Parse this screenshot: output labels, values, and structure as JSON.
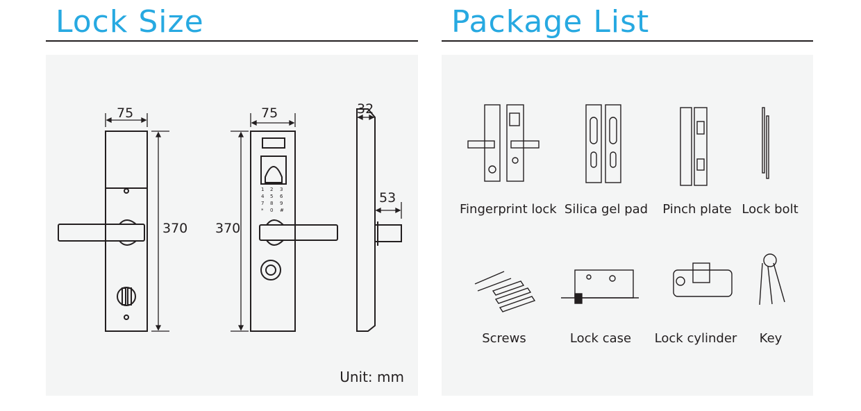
{
  "lock_size": {
    "title": "Lock Size",
    "dims": {
      "width_left": "75",
      "height_left": "370",
      "width_mid": "75",
      "height_mid": "370",
      "depth": "32",
      "projection": "53"
    },
    "unit": "Unit: mm"
  },
  "package_list": {
    "title": "Package List",
    "items": [
      {
        "label": "Fingerprint lock",
        "icon": "fingerprint-lock-icon"
      },
      {
        "label": "Silica gel pad",
        "icon": "silica-gel-pad-icon"
      },
      {
        "label": "Pinch plate",
        "icon": "pinch-plate-icon"
      },
      {
        "label": "Lock bolt",
        "icon": "lock-bolt-icon"
      },
      {
        "label": "Screws",
        "icon": "screws-icon"
      },
      {
        "label": "Lock case",
        "icon": "lock-case-icon"
      },
      {
        "label": "Lock cylinder",
        "icon": "lock-cylinder-icon"
      },
      {
        "label": "Key",
        "icon": "key-icon"
      }
    ]
  },
  "colors": {
    "title": "#27a9e1",
    "panel": "#f4f5f5",
    "ink": "#231f20"
  }
}
